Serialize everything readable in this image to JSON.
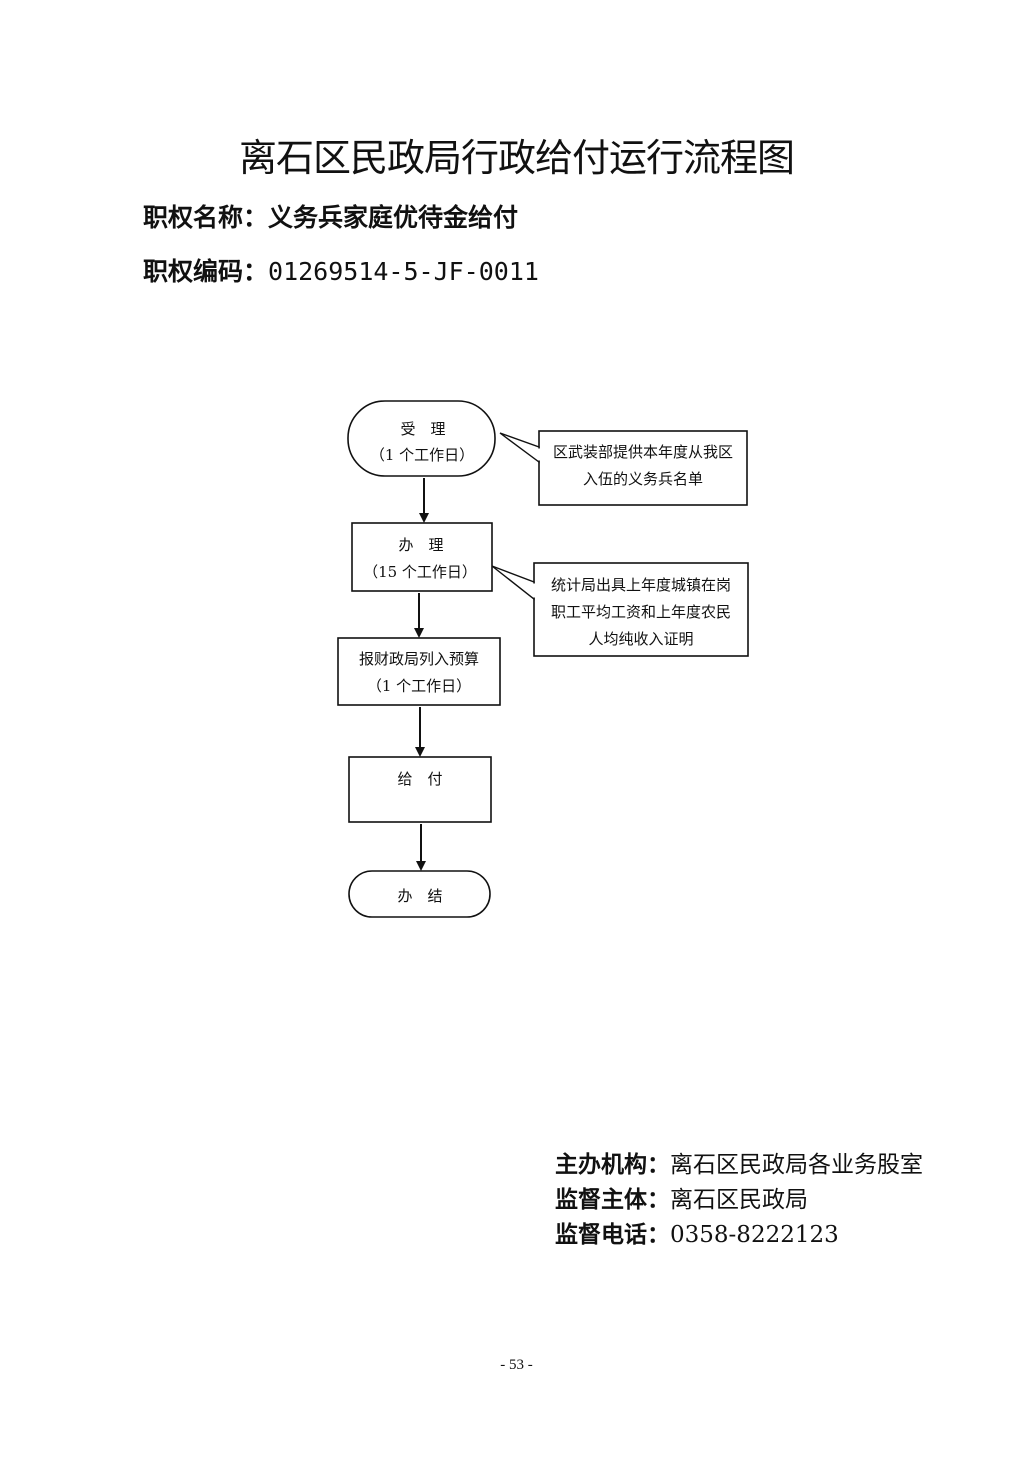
{
  "document": {
    "title": "离石区民政局行政给付运行流程图",
    "authority_name_label": "职权名称：",
    "authority_name_value": "义务兵家庭优待金给付",
    "authority_code_label": "职权编码：",
    "authority_code_value": "01269514-5-JF-0011"
  },
  "flowchart": {
    "steps": [
      {
        "line1": "受　理",
        "line2": "（1 个工作日）"
      },
      {
        "line1": "办　理",
        "line2": "（15 个工作日）"
      },
      {
        "line1": "报财政局列入预算",
        "line2": "（1 个工作日）"
      },
      {
        "line1": "给　付",
        "line2": ""
      },
      {
        "line1": "办　结",
        "line2": ""
      }
    ],
    "notes": [
      {
        "lines": [
          "区武装部提供本年度从我区",
          "入伍的义务兵名单"
        ]
      },
      {
        "lines": [
          "统计局出具上年度城镇在岗",
          "职工平均工资和上年度农民",
          "人均纯收入证明"
        ]
      }
    ]
  },
  "footer": {
    "organizer_label": "主办机构：",
    "organizer_value": "离石区民政局各业务股室",
    "supervisor_label": "监督主体：",
    "supervisor_value": "离石区民政局",
    "phone_label": "监督电话：",
    "phone_value": "0358-8222123"
  },
  "page": {
    "number": "- 53 -"
  }
}
